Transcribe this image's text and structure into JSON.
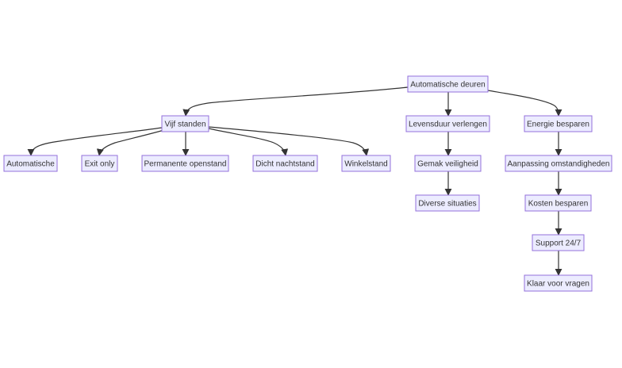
{
  "diagram": {
    "type": "flowchart",
    "direction": "top-down",
    "colors": {
      "node_fill": "#ececff",
      "node_border": "#9370db",
      "edge": "#333333",
      "text": "#333333"
    },
    "nodes": [
      {
        "id": "auto_deuren",
        "label": "Automatische deuren"
      },
      {
        "id": "vijf_standen",
        "label": "Vijf standen"
      },
      {
        "id": "levensduur",
        "label": "Levensduur verlengen"
      },
      {
        "id": "energie",
        "label": "Energie besparen"
      },
      {
        "id": "automatische",
        "label": "Automatische"
      },
      {
        "id": "exit_only",
        "label": "Exit only"
      },
      {
        "id": "permanente",
        "label": "Permanente openstand"
      },
      {
        "id": "dicht",
        "label": "Dicht nachtstand"
      },
      {
        "id": "winkelstand",
        "label": "Winkelstand"
      },
      {
        "id": "gemak",
        "label": "Gemak veiligheid"
      },
      {
        "id": "diverse",
        "label": "Diverse situaties"
      },
      {
        "id": "aanpassing",
        "label": "Aanpassing omstandigheden"
      },
      {
        "id": "kosten",
        "label": "Kosten besparen"
      },
      {
        "id": "support",
        "label": "Support 24/7"
      },
      {
        "id": "klaar",
        "label": "Klaar voor vragen"
      }
    ],
    "edges": [
      {
        "from": "auto_deuren",
        "to": "vijf_standen"
      },
      {
        "from": "auto_deuren",
        "to": "levensduur"
      },
      {
        "from": "auto_deuren",
        "to": "energie"
      },
      {
        "from": "vijf_standen",
        "to": "automatische"
      },
      {
        "from": "vijf_standen",
        "to": "exit_only"
      },
      {
        "from": "vijf_standen",
        "to": "permanente"
      },
      {
        "from": "vijf_standen",
        "to": "dicht"
      },
      {
        "from": "vijf_standen",
        "to": "winkelstand"
      },
      {
        "from": "levensduur",
        "to": "gemak"
      },
      {
        "from": "gemak",
        "to": "diverse"
      },
      {
        "from": "energie",
        "to": "aanpassing"
      },
      {
        "from": "aanpassing",
        "to": "kosten"
      },
      {
        "from": "kosten",
        "to": "support"
      },
      {
        "from": "support",
        "to": "klaar"
      }
    ]
  }
}
